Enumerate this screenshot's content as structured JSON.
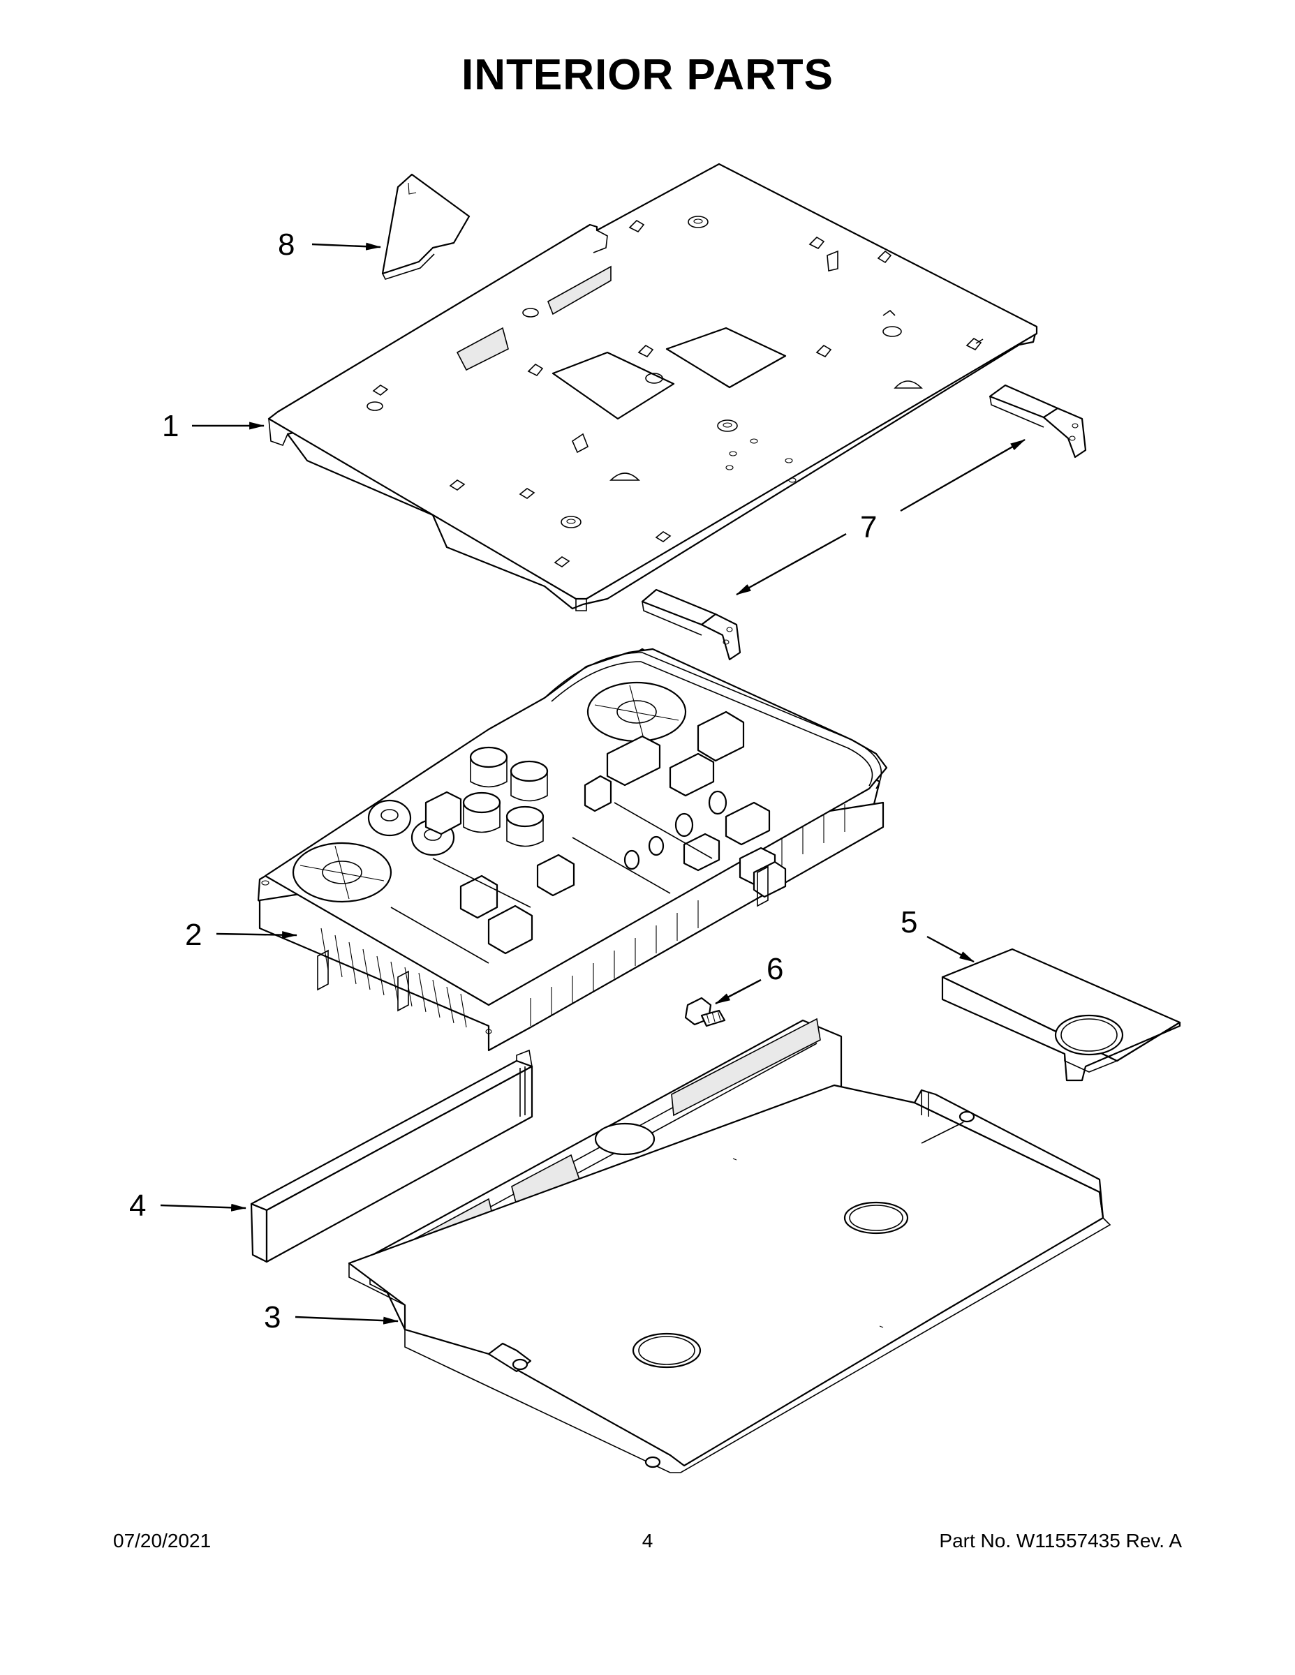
{
  "title": "INTERIOR PARTS",
  "callouts": {
    "c1": "1",
    "c2": "2",
    "c3": "3",
    "c4": "4",
    "c5": "5",
    "c6": "6",
    "c7": "7",
    "c8": "8"
  },
  "footer": {
    "date": "07/20/2021",
    "page": "4",
    "part": "Part No.  W11557435  Rev.  A"
  }
}
